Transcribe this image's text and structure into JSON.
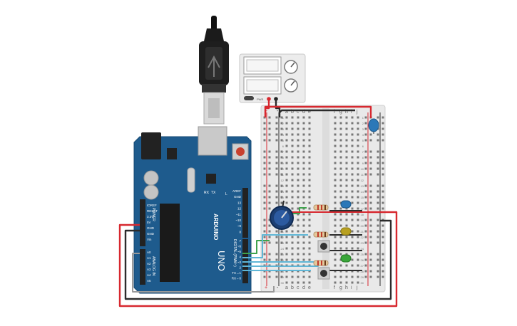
{
  "canvas": {
    "background": "#ffffff"
  },
  "colors": {
    "arduino_board": "#1e5b8d",
    "breadboard": "#e9e9e9",
    "wire_red": "#d7282f",
    "wire_black": "#2b2b2b",
    "wire_green": "#3fa34d",
    "wire_teal": "#5fb6d6",
    "wire_gray": "#9a9a9a",
    "led_blue": "#2b78b8",
    "led_yellow": "#b8a021",
    "led_green": "#3aa63a"
  },
  "arduino": {
    "title": "ARDUINO",
    "model": "UNO",
    "digital_label": "DIGITAL (PWM~)",
    "analog_label": "ANALOG IN",
    "power_label": "POWER",
    "tx_label": "TX",
    "rx_label": "RX",
    "led_l_label": "L",
    "power_pins": [
      "IOREF",
      "RESET",
      "3.3V",
      "5V",
      "GND",
      "GND",
      "Vin"
    ],
    "analog_pins": [
      "A0",
      "A1",
      "A2",
      "A3",
      "A4",
      "A5"
    ],
    "digital_pins_top": [
      "AREF",
      "GND",
      "13",
      "12",
      "~11",
      "~10",
      "~9",
      "8"
    ],
    "digital_pins_bottom": [
      "7",
      "~6",
      "~5",
      "4",
      "~3",
      "2",
      "TX→1",
      "RX←0"
    ]
  },
  "power_supply": {
    "label": "PWR"
  },
  "breadboard": {
    "col_letters_left": [
      "a",
      "b",
      "c",
      "d",
      "e"
    ],
    "col_letters_right": [
      "f",
      "g",
      "h",
      "i",
      "j"
    ],
    "rail_plus": "+",
    "rail_minus": "-",
    "row_numbers": [
      "1",
      "2",
      "3",
      "4",
      "5",
      "6",
      "7",
      "8",
      "9",
      "10",
      "11",
      "12",
      "13",
      "14",
      "15",
      "16",
      "17",
      "18",
      "19",
      "20",
      "21",
      "22",
      "23",
      "24",
      "25",
      "26",
      "27",
      "28",
      "29",
      "30"
    ]
  },
  "components": {
    "potentiometer": "potentiometer",
    "capacitor": "capacitor",
    "pushbuttons": 2,
    "leds": [
      "blue",
      "yellow",
      "green"
    ],
    "resistors": 3
  }
}
